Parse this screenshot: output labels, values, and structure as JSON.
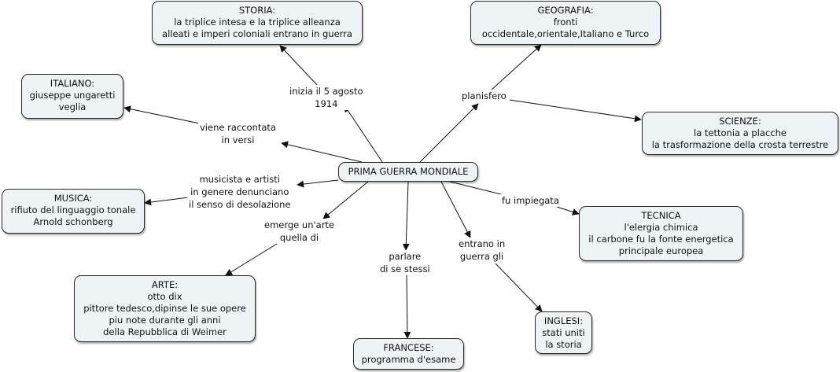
{
  "title": "PRIMA GUERRA MONDIALE",
  "colors": {
    "node_fill": "#eef3f5",
    "node_border": "#2a2a2a",
    "line": "#111111",
    "background": "#ffffff"
  },
  "center": {
    "lines": [
      "PRIMA GUERRA MONDIALE"
    ]
  },
  "nodes": {
    "storia": [
      "STORIA:",
      "la triplice intesa e la triplice alleanza",
      "alleati e imperi coloniali entrano in guerra"
    ],
    "geografia": [
      "GEOGRAFIA:",
      "fronti",
      "occidentale,orientale,Italiano e Turco"
    ],
    "italiano": [
      "ITALIANO:",
      "giuseppe ungaretti",
      "veglia"
    ],
    "scienze": [
      "SCIENZE:",
      "la tettonia a placche",
      "la trasformazione della crosta terrestre"
    ],
    "musica": [
      "MUSICA:",
      "rifiuto del linguaggio tonale",
      "Arnold schonberg"
    ],
    "tecnica": [
      "TECNICA",
      "l'elergia chimica",
      "il carbone fu la fonte energetica",
      "principale europea"
    ],
    "arte": [
      "ARTE:",
      "otto dix",
      "pittore tedesco,dipinse le sue opere",
      "piu note durante gli anni",
      "della Repubblica di Weimer"
    ],
    "francese": [
      "FRANCESE:",
      "programma d'esame"
    ],
    "inglesi": [
      "INGLESI:",
      "stati uniti",
      "la storia"
    ]
  },
  "linking_phrases": {
    "inizia": [
      "inizia il 5 agosto",
      "1914"
    ],
    "planisfero": [
      "planisfero"
    ],
    "viene": [
      "viene raccontata",
      "in versi"
    ],
    "musicista": [
      "musicista e artisti",
      "in genere denunciano",
      "il senso di desolazione"
    ],
    "fu_impiegata": [
      "fu impiegata"
    ],
    "emerge": [
      "emerge un'arte",
      "quella di"
    ],
    "parlare": [
      "parlare",
      "di se stessi"
    ],
    "entrano": [
      "entrano in",
      "guerra gli"
    ]
  }
}
